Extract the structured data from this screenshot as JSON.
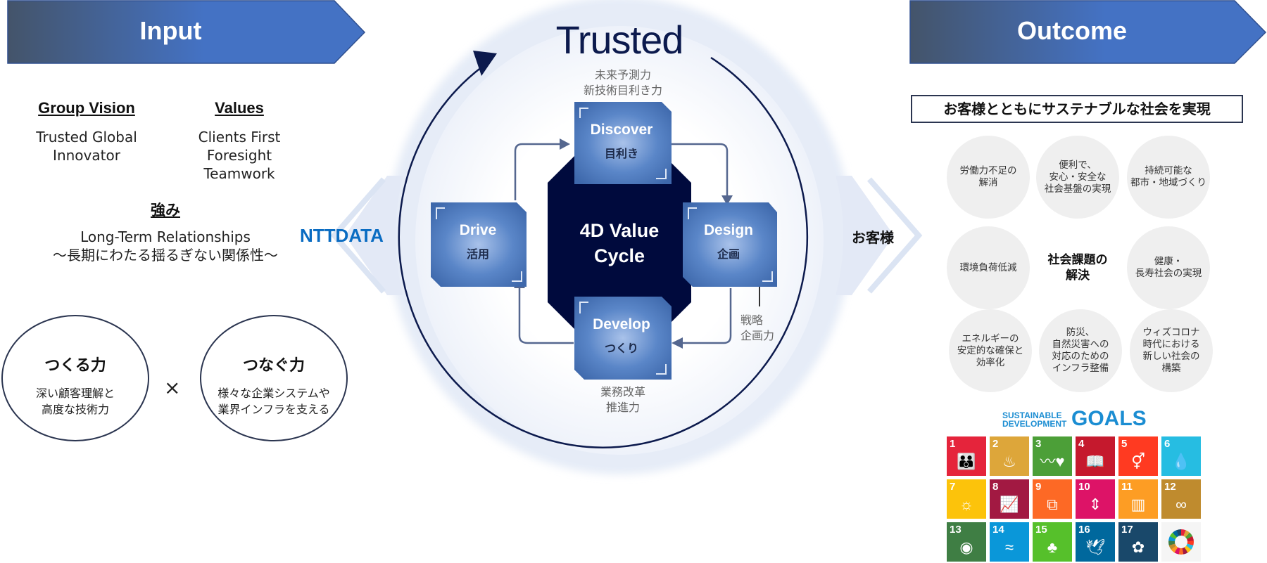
{
  "input_banner": {
    "label": "Input",
    "gradient_from": "#44546a",
    "gradient_to": "#4472c4"
  },
  "outcome_banner": {
    "label": "Outcome",
    "gradient_from": "#44546a",
    "gradient_to": "#4472c4"
  },
  "input": {
    "group_vision": {
      "heading": "Group Vision",
      "lines": [
        "Trusted Global",
        "Innovator"
      ]
    },
    "values": {
      "heading": "Values",
      "lines": [
        "Clients First",
        "Foresight",
        "Teamwork"
      ]
    },
    "strength": {
      "heading": "強み",
      "lines": [
        "Long-Term Relationships",
        "～長期にわたる揺るぎない関係性～"
      ]
    },
    "capabilities": [
      {
        "title": "つくる力",
        "lines": [
          "深い顧客理解と",
          "高度な技術力"
        ]
      },
      {
        "title": "つなぐ力",
        "lines": [
          "様々な企業システムや",
          "業界インフラを支える"
        ]
      }
    ],
    "times_symbol": "×"
  },
  "center": {
    "logo_text": "NTTDATA",
    "ring_title": "Trusted",
    "core_lines": [
      "4D Value",
      "Cycle"
    ],
    "top_note": [
      "未来予測力",
      "新技術目利き力"
    ],
    "bottom_note": [
      "業務改革",
      "推進力"
    ],
    "right_note": [
      "戦略",
      "企画力"
    ],
    "customer_label": "お客様",
    "stages": [
      {
        "en": "Discover",
        "ja": "目利き"
      },
      {
        "en": "Design",
        "ja": "企画"
      },
      {
        "en": "Develop",
        "ja": "つくり"
      },
      {
        "en": "Drive",
        "ja": "活用"
      }
    ],
    "colors": {
      "navy": "#000a3d",
      "tile": "#4f7fc4",
      "ring": "#e4eaf6"
    }
  },
  "outcome": {
    "headline": "お客様とともにサステナブルな社会を実現",
    "center_issue": [
      "社会課題の",
      "解決"
    ],
    "issues": [
      [
        "労働力不足の",
        "解消"
      ],
      [
        "便利で、",
        "安心・安全な",
        "社会基盤の実現"
      ],
      [
        "持続可能な",
        "都市・地域づくり"
      ],
      [
        "環境負荷低減"
      ],
      [
        "健康・",
        "長寿社会の実現"
      ],
      [
        "エネルギーの",
        "安定的な確保と",
        "効率化"
      ],
      [
        "防災、",
        "自然災害への",
        "対応のための",
        "インフラ整備"
      ],
      [
        "ウィズコロナ",
        "時代における",
        "新しい社会の",
        "構築"
      ]
    ],
    "sdg": {
      "logo_small": [
        "SUSTAINABLE",
        "DEVELOPMENT"
      ],
      "logo_big": "GOALS",
      "goals": [
        {
          "num": "1",
          "color": "#e5243b",
          "icon": "people-icon"
        },
        {
          "num": "2",
          "color": "#dda63a",
          "icon": "bowl-icon"
        },
        {
          "num": "3",
          "color": "#4c9f38",
          "icon": "heartbeat-icon"
        },
        {
          "num": "4",
          "color": "#c5192d",
          "icon": "book-icon"
        },
        {
          "num": "5",
          "color": "#ff3a21",
          "icon": "gender-icon"
        },
        {
          "num": "6",
          "color": "#26bde2",
          "icon": "water-icon"
        },
        {
          "num": "7",
          "color": "#fcc30b",
          "icon": "sun-icon"
        },
        {
          "num": "8",
          "color": "#a21942",
          "icon": "growth-chart-icon"
        },
        {
          "num": "9",
          "color": "#fd6925",
          "icon": "cubes-icon"
        },
        {
          "num": "10",
          "color": "#dd1367",
          "icon": "equality-icon"
        },
        {
          "num": "11",
          "color": "#fd9d24",
          "icon": "buildings-icon"
        },
        {
          "num": "12",
          "color": "#bf8b2e",
          "icon": "infinity-icon"
        },
        {
          "num": "13",
          "color": "#3f7e44",
          "icon": "eye-globe-icon"
        },
        {
          "num": "14",
          "color": "#0a97d9",
          "icon": "fish-icon"
        },
        {
          "num": "15",
          "color": "#56c02b",
          "icon": "tree-icon"
        },
        {
          "num": "16",
          "color": "#00689d",
          "icon": "dove-icon"
        },
        {
          "num": "17",
          "color": "#19486a",
          "icon": "flower-icon"
        }
      ]
    }
  }
}
